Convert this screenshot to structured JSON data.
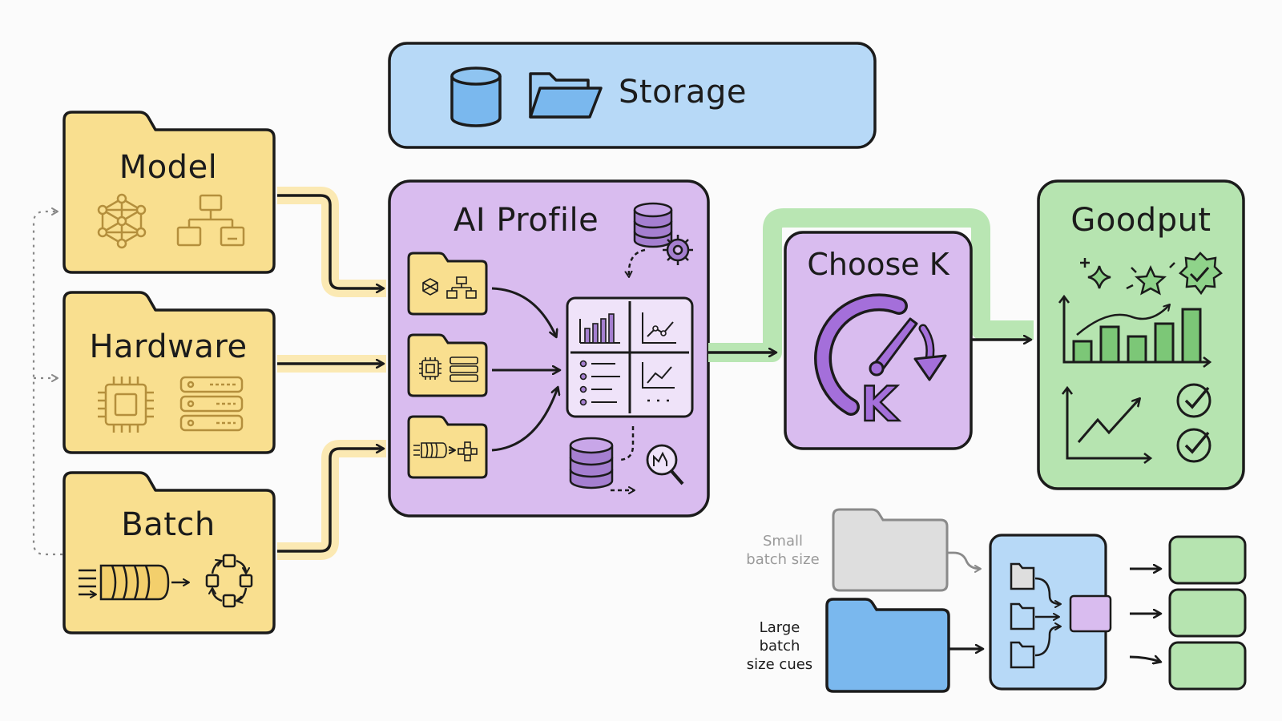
{
  "storage": {
    "label": "Storage",
    "icons": [
      "database-cylinder-icon",
      "open-folder-icon"
    ]
  },
  "inputs": [
    {
      "label": "Model",
      "icons": [
        "neural-network-icon",
        "hierarchy-icon"
      ]
    },
    {
      "label": "Hardware",
      "icons": [
        "cpu-chip-icon",
        "server-rack-icon"
      ]
    },
    {
      "label": "Batch",
      "icons": [
        "queue-icon",
        "cycle-icon"
      ]
    }
  ],
  "profile": {
    "title": "AI Profile",
    "icons": [
      "database-gear-icon",
      "dashboard-panel-icon",
      "database-sync-icon",
      "analytics-magnifier-icon"
    ]
  },
  "choose": {
    "title": "Choose K",
    "gauge_letter": "K",
    "icons": [
      "gauge-icon"
    ]
  },
  "goodput": {
    "title": "Goodput",
    "icons": [
      "sparkle-icon",
      "star-badge-icon",
      "bar-chart-icon",
      "trend-line-icon",
      "check-circle-icon"
    ]
  },
  "batch_cues": {
    "small_label": "Small\nbatch size",
    "large_label": "Large\nbatch\nsize cues"
  },
  "colors": {
    "yellow": "#f9df8f",
    "purple": "#d9bcef",
    "green": "#b6e4b0",
    "blue": "#b7d9f7",
    "blue_folder": "#7ab8ee",
    "grey_folder": "#dedede",
    "accent_purple": "#8c5cc8",
    "icon_gold": "#b48f3c"
  }
}
